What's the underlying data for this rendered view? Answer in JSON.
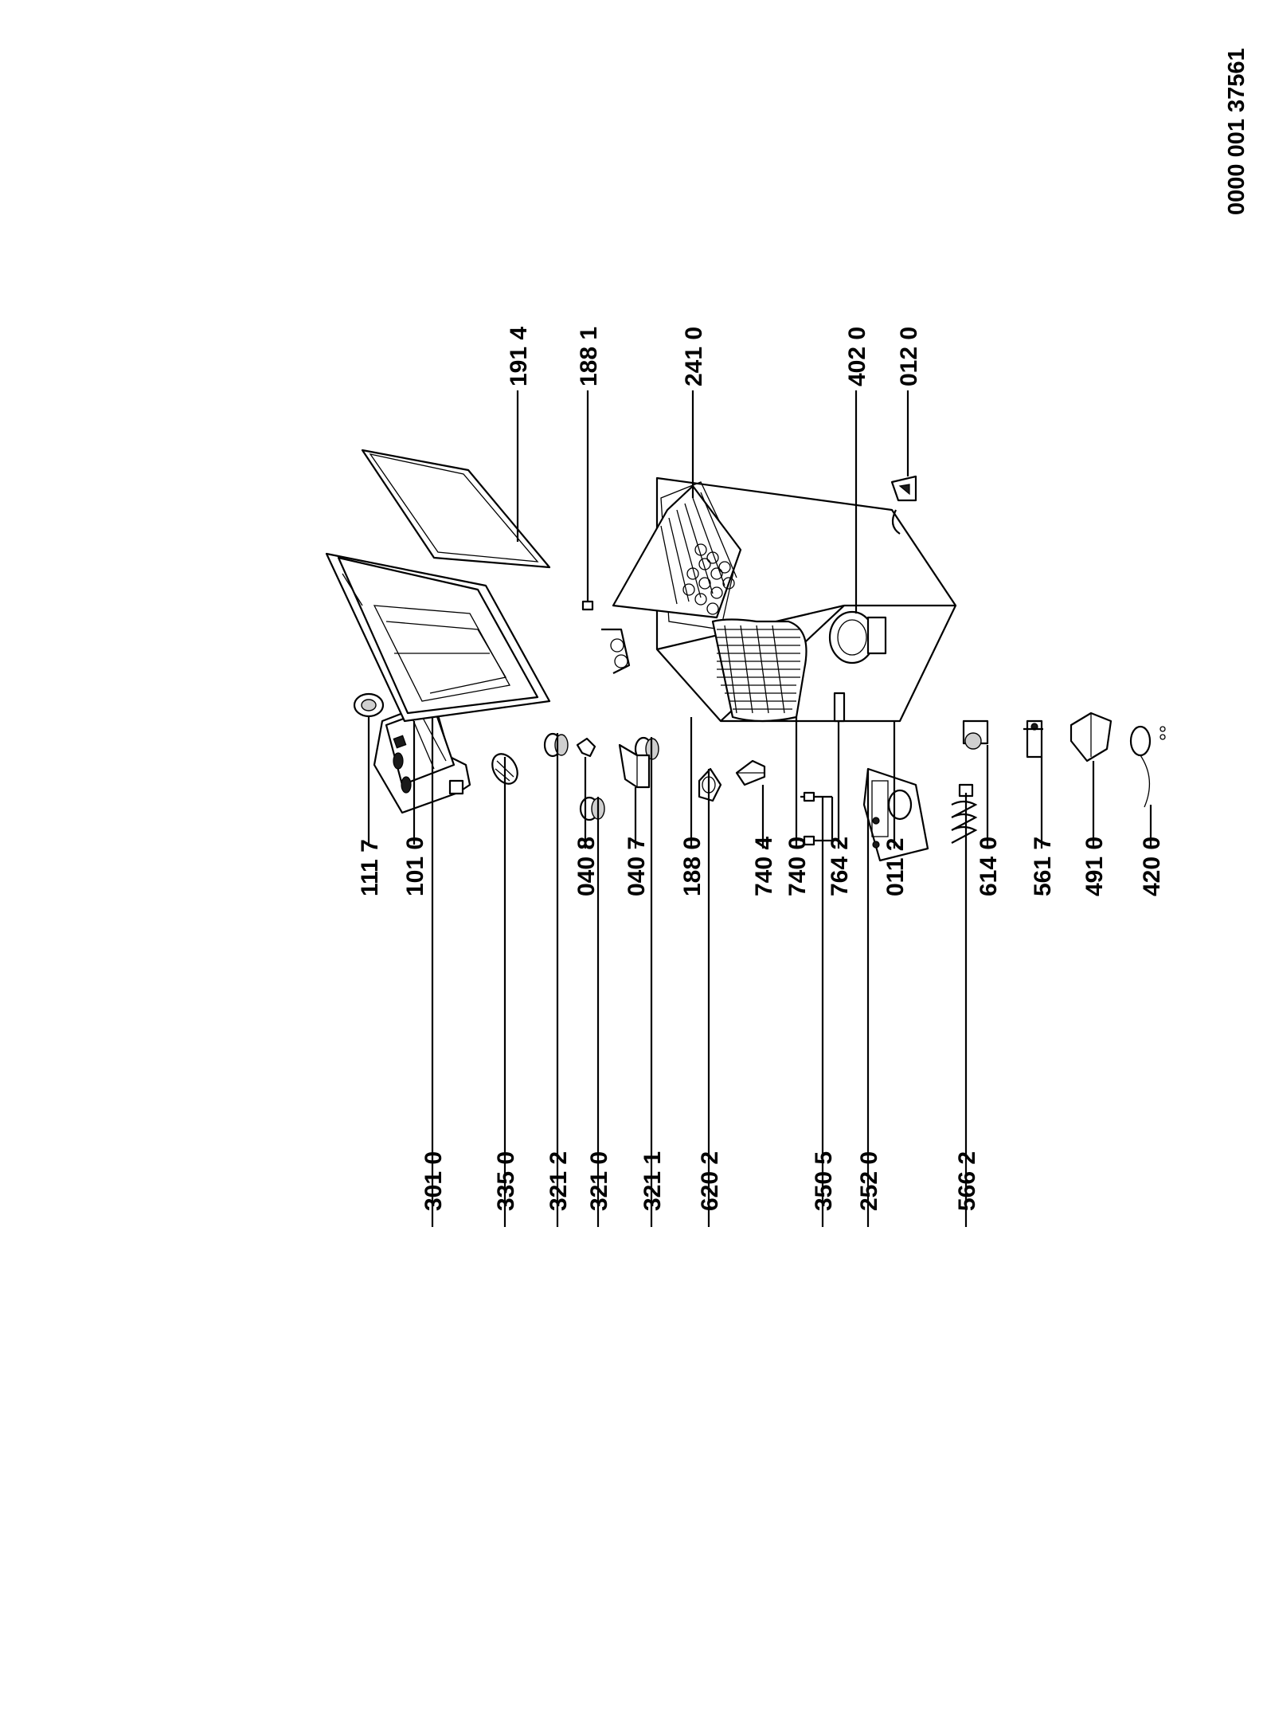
{
  "document": {
    "reference_number": "0000 001 37561"
  },
  "labels": {
    "p1117": "111 7",
    "p1010": "101 0",
    "p1914": "191 4",
    "p0408": "040 8",
    "p0407": "040 7",
    "p1880": "188 0",
    "p7404": "740 4",
    "p7400": "740 0",
    "p7642": "764 2",
    "p0112": "011 2",
    "p1881": "188 1",
    "p2410": "241 0",
    "p4020": "402 0",
    "p0120": "012 0",
    "p6140": "614 0",
    "p5617": "561 7",
    "p4910": "491 0",
    "p4200": "420 0",
    "p3010": "301 0",
    "p3350": "335 0",
    "p3212": "321 2",
    "p3210": "321 0",
    "p3211": "321 1",
    "p6202": "620 2",
    "p3505": "350 5",
    "p2520": "252 0",
    "p5662": "566 2"
  }
}
